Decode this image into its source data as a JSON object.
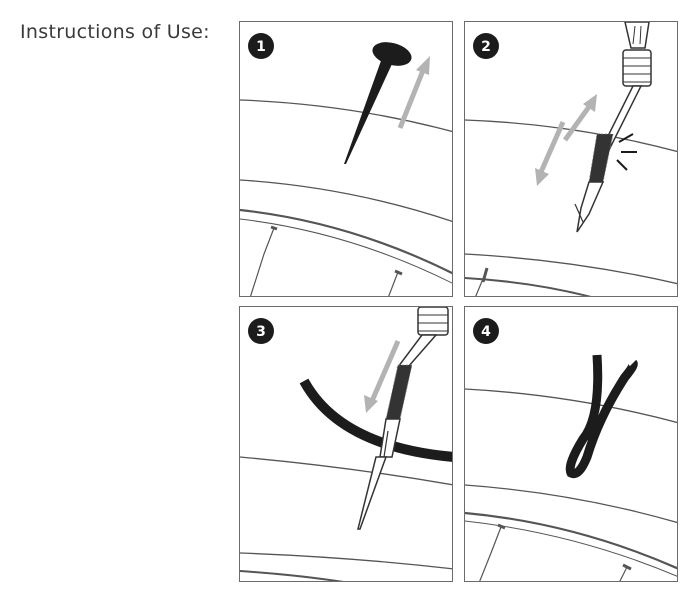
{
  "heading": "Instructions of Use:",
  "steps": [
    {
      "number": "1",
      "depicts": "nail-in-tire"
    },
    {
      "number": "2",
      "depicts": "rasp-tool-in-tire"
    },
    {
      "number": "3",
      "depicts": "needle-tool-inserting-plug"
    },
    {
      "number": "4",
      "depicts": "plug-in-tire"
    }
  ],
  "colors": {
    "ink": "#1c1c1c",
    "arrow": "#b3b3b3",
    "line": "#555555",
    "border": "#6b6b6b"
  }
}
